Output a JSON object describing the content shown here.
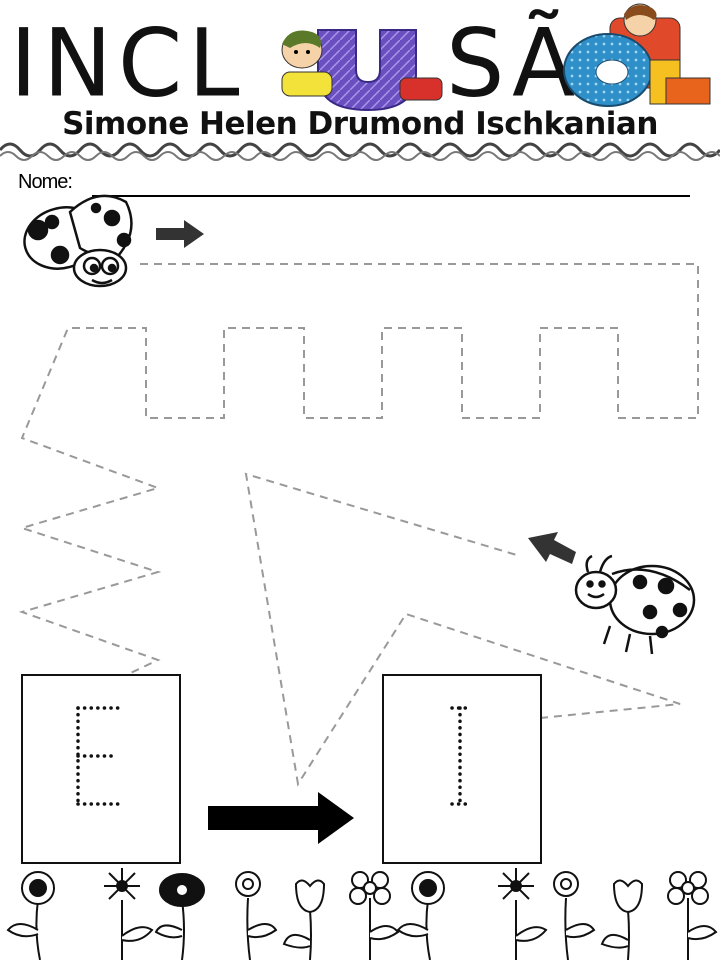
{
  "header": {
    "title_left": "INCL",
    "title_middle": "U",
    "title_right": "SÃ",
    "title_end": "O",
    "author": "Simone Helen Drumond Ischkanian"
  },
  "form": {
    "name_label": "Nome:"
  },
  "letters": {
    "left": "E",
    "right": "I"
  },
  "colors": {
    "ink": "#111111",
    "dashed_path": "#999999",
    "u_letter": "#6a4fc0",
    "o_letter": "#2e8fc9"
  }
}
